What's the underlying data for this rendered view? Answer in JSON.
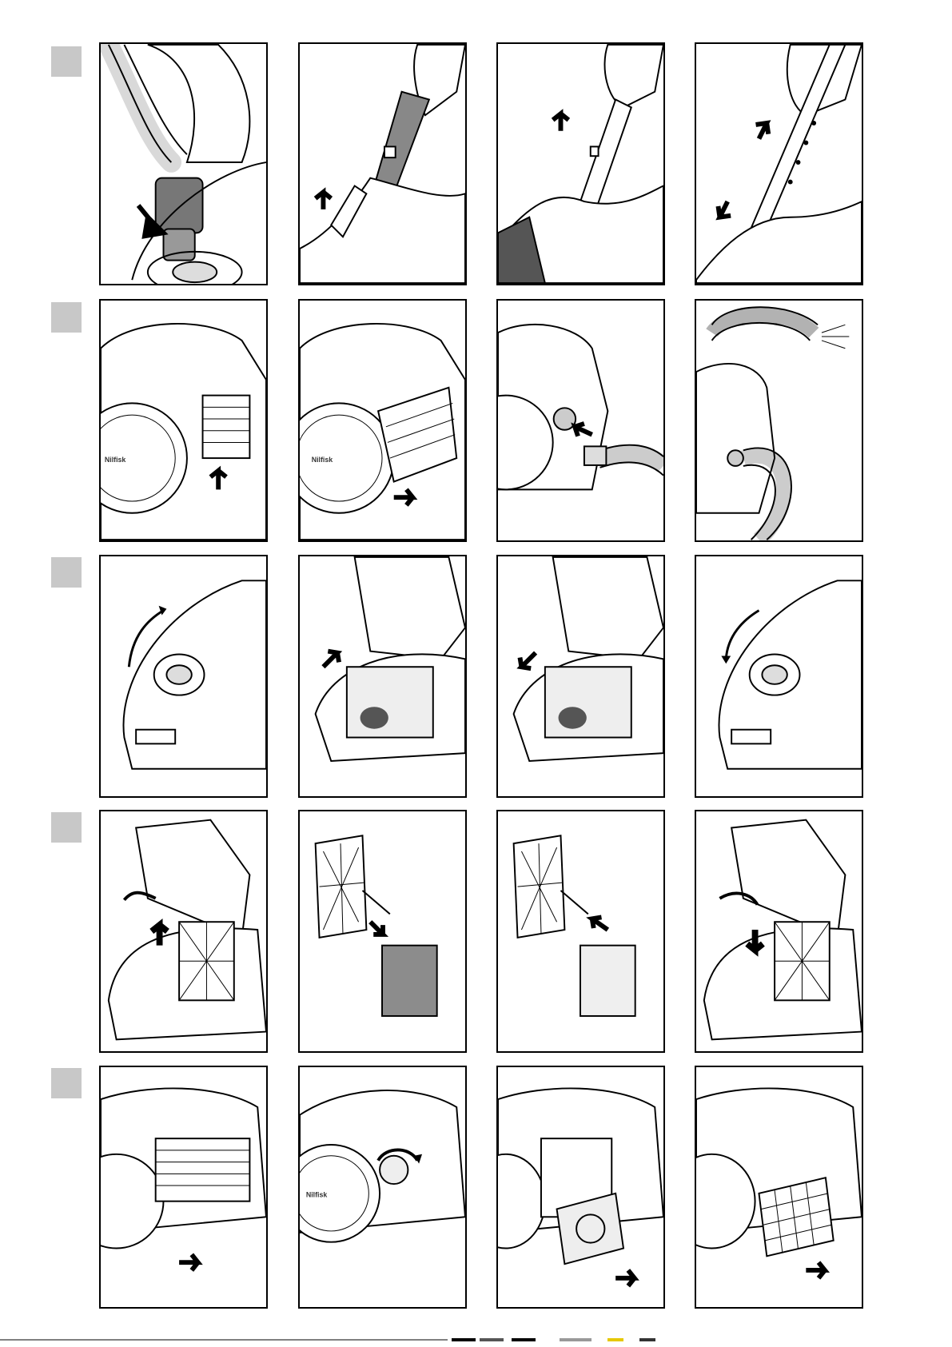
{
  "page": {
    "description_free": true,
    "colors": {
      "line": "#000000",
      "marker": "#c8c8c8",
      "filter_dark": "#8c8c8c",
      "filter_light": "#efefef"
    }
  },
  "brand": {
    "logo_text": "Nilfisk"
  },
  "steps": [
    {
      "row": 1,
      "icons": [
        "hose-connect-icon",
        "crevice-tool-icon",
        "tube-extend-icon",
        "telescopic-tube-icon"
      ]
    },
    {
      "row": 2,
      "icons": [
        "cover-release-icon",
        "cover-open-icon",
        "hose-blow-connect-icon",
        "blower-icon"
      ]
    },
    {
      "row": 3,
      "icons": [
        "lid-open-icon",
        "bag-insert-icon",
        "bag-remove-icon",
        "lid-close-icon"
      ]
    },
    {
      "row": 4,
      "icons": [
        "filter-lift-icon",
        "filter-pad-remove-icon",
        "filter-pad-insert-icon",
        "filter-replace-icon"
      ]
    },
    {
      "row": 5,
      "icons": [
        "grille-remove-icon",
        "knob-turn-icon",
        "exhaust-filter-remove-icon",
        "hepa-filter-remove-icon"
      ]
    }
  ]
}
